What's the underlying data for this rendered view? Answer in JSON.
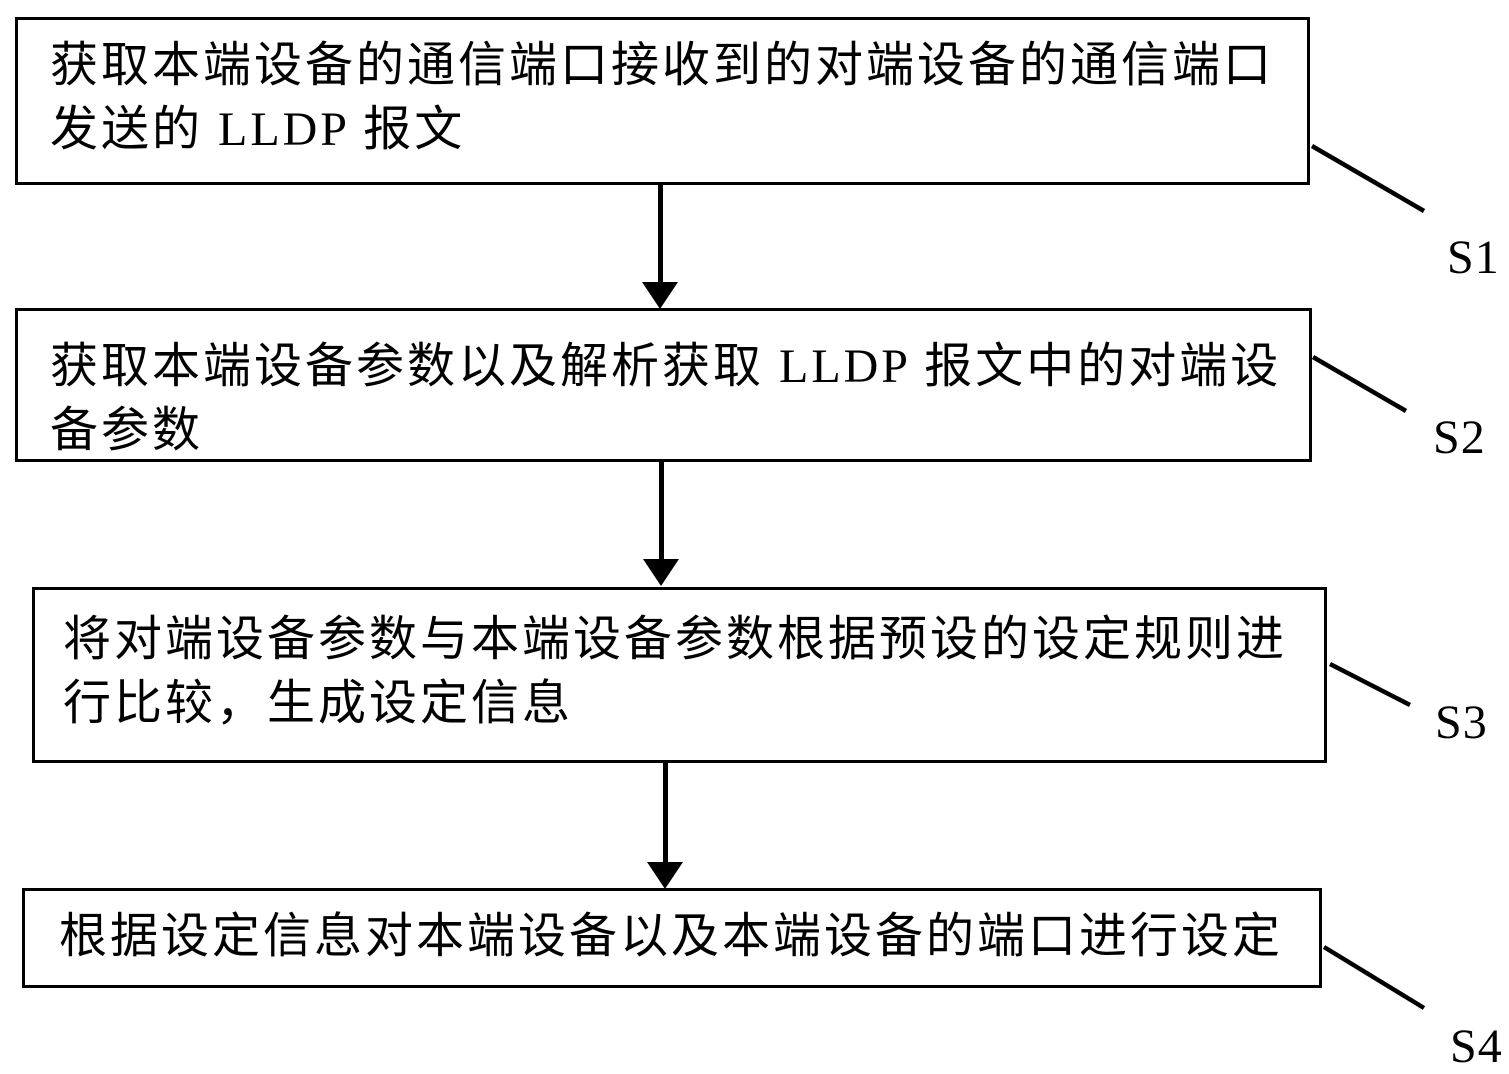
{
  "figure": {
    "type": "flowchart",
    "colors": {
      "ink": "#000000",
      "background": "#ffffff"
    },
    "steps": [
      {
        "label": "S1",
        "text": "获取本端设备的通信端口接收到的对端设备的通信端口发送的 LLDP 报文",
        "lines": [
          "获取本端设备的通信端口接收到的对端设备的通信端口",
          "发送的 LLDP 报文"
        ]
      },
      {
        "label": "S2",
        "text": "获取本端设备参数以及解析获取 LLDP 报文中的对端设备参数",
        "lines": [
          "获取本端设备参数以及解析获取 LLDP 报文中的对端设",
          "备参数"
        ]
      },
      {
        "label": "S3",
        "text": "将对端设备参数与本端设备参数根据预设的设定规则进行比较，生成设定信息",
        "lines": [
          "将对端设备参数与本端设备参数根据预设的设定规则进",
          "行比较，生成设定信息"
        ]
      },
      {
        "label": "S4",
        "text": "根据设定信息对本端设备以及本端设备的端口进行设定",
        "lines": [
          "根据设定信息对本端设备以及本端设备的端口进行设定"
        ]
      }
    ]
  }
}
